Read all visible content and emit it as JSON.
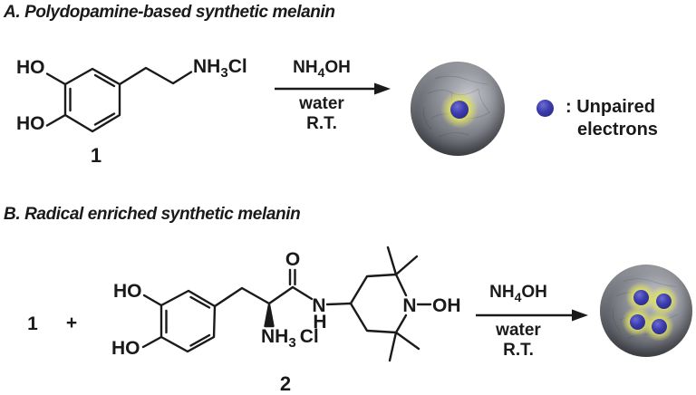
{
  "colors": {
    "ink": "#1a1a1a",
    "electron_blue": "#2b2b96",
    "glow_yellow": "#e2e45c",
    "sphere_light": "#c6c8cd",
    "sphere_dark": "#35373e"
  },
  "section_a": {
    "title": "A. Polydopamine-based synthetic melanin",
    "compound_1": {
      "label": "1",
      "hydroxyl_top": "HO",
      "hydroxyl_bottom": "HO",
      "amine_main": "NH",
      "amine_sub": "3",
      "amine_counterion": "Cl"
    },
    "arrow": {
      "reagent_main": "NH",
      "reagent_sub": "4",
      "reagent_tail": "OH",
      "solvent": "water",
      "temperature": "R.T."
    },
    "legend": {
      "separator": ":",
      "label_line1": "Unpaired",
      "label_line2": "electrons"
    }
  },
  "section_b": {
    "title": "B. Radical enriched synthetic melanin",
    "reactant_1_ref": "1",
    "plus_sign": "+",
    "compound_2": {
      "label": "2",
      "hydroxyl_top": "HO",
      "hydroxyl_bottom": "HO",
      "carbonyl_oxygen": "O",
      "amide_n": "N",
      "amide_h": "H",
      "ammonium_main": "NH",
      "ammonium_sub": "3",
      "ammonium_counterion": "Cl",
      "piperidine_n": "N",
      "hydroxylamine_oh": "OH"
    },
    "arrow": {
      "reagent_main": "NH",
      "reagent_sub": "4",
      "reagent_tail": "OH",
      "solvent": "water",
      "temperature": "R.T."
    }
  }
}
